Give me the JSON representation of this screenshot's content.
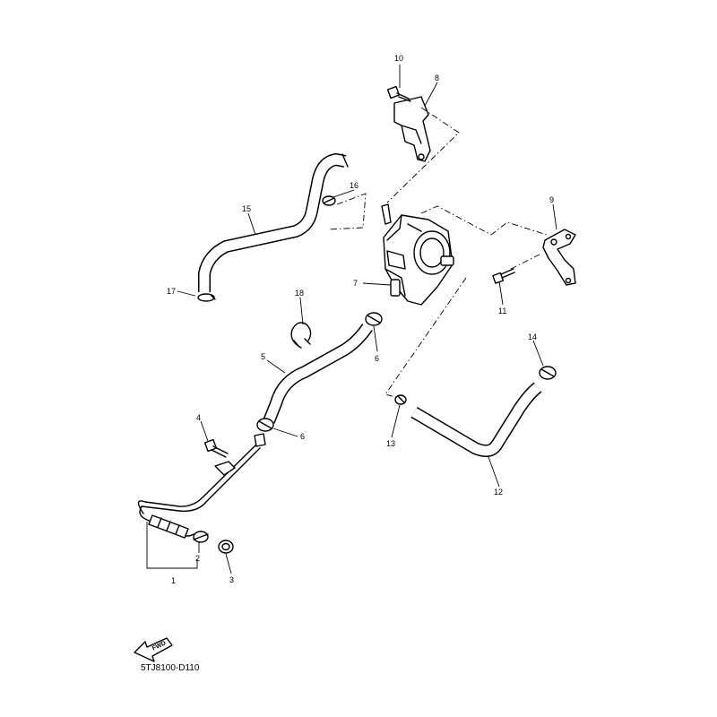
{
  "diagram_code": "5TJ8100-D110",
  "fwd_label": "FWD",
  "callouts": {
    "c1": "1",
    "c2": "2",
    "c3": "3",
    "c4": "4",
    "c5": "5",
    "c6a": "6",
    "c6b": "6",
    "c7": "7",
    "c8": "8",
    "c9": "9",
    "c10": "10",
    "c11": "11",
    "c12": "12",
    "c13": "13",
    "c14": "14",
    "c15": "15",
    "c16": "16",
    "c17": "17",
    "c18": "18"
  },
  "icons": {
    "fwd_arrow": "fwd-arrow-icon"
  }
}
